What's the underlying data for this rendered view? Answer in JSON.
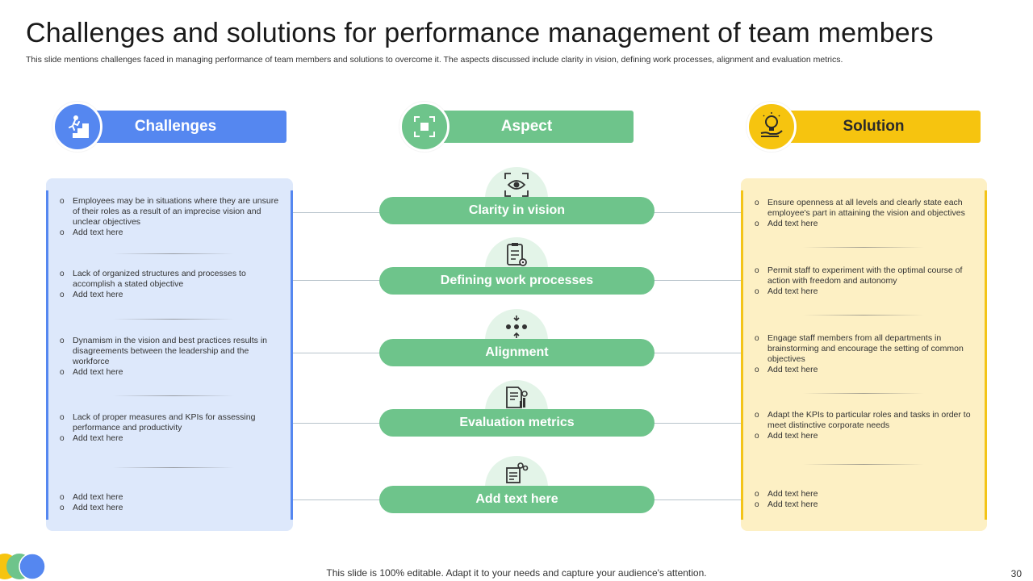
{
  "title": "Challenges and solutions for performance management of team members",
  "subtitle": "This slide mentions challenges faced in managing performance of team members and solutions to overcome it. The aspects discussed include clarity in vision, defining work processes, alignment and evaluation metrics.",
  "headers": {
    "challenges": "Challenges",
    "aspect": "Aspect",
    "solution": "Solution"
  },
  "colors": {
    "blue": "#5587f0",
    "green": "#6ec48b",
    "yellow": "#f6c40f"
  },
  "challenges": [
    {
      "items": [
        "Employees may be in situations where they are unsure of their roles as a result of an imprecise vision and unclear objectives",
        "Add text here"
      ]
    },
    {
      "items": [
        "Lack of organized structures and processes to accomplish a stated objective",
        "Add text here"
      ]
    },
    {
      "items": [
        "Dynamism in the vision and best practices results in disagreements between the leadership and the workforce",
        "Add text here"
      ]
    },
    {
      "items": [
        "Lack of proper measures and KPIs for assessing performance and productivity",
        "Add text here"
      ]
    },
    {
      "items": [
        "Add text here",
        "Add text here"
      ]
    }
  ],
  "aspects": [
    {
      "label": "Clarity in vision",
      "icon": "eye-focus-icon"
    },
    {
      "label": "Defining work processes",
      "icon": "clipboard-gear-icon"
    },
    {
      "label": "Alignment",
      "icon": "alignment-icon"
    },
    {
      "label": "Evaluation metrics",
      "icon": "report-chart-icon"
    },
    {
      "label": "Add text here",
      "icon": "document-gears-icon"
    }
  ],
  "solutions": [
    {
      "items": [
        "Ensure openness at all levels and clearly state each employee's part in attaining the vision and objectives",
        "Add text here"
      ]
    },
    {
      "items": [
        "Permit staff to experiment with the optimal course of action with freedom and autonomy",
        "Add text here"
      ]
    },
    {
      "items": [
        "Engage staff members from all departments in brainstorming and encourage the setting of common objectives",
        "Add text here"
      ]
    },
    {
      "items": [
        "Adapt the KPIs to particular roles and tasks in order to meet distinctive corporate needs",
        "Add text here"
      ]
    },
    {
      "items": [
        "Add text here",
        "Add text here"
      ]
    }
  ],
  "footer": "This slide is 100% editable. Adapt it to your needs and capture your audience's attention.",
  "page_number": "30"
}
